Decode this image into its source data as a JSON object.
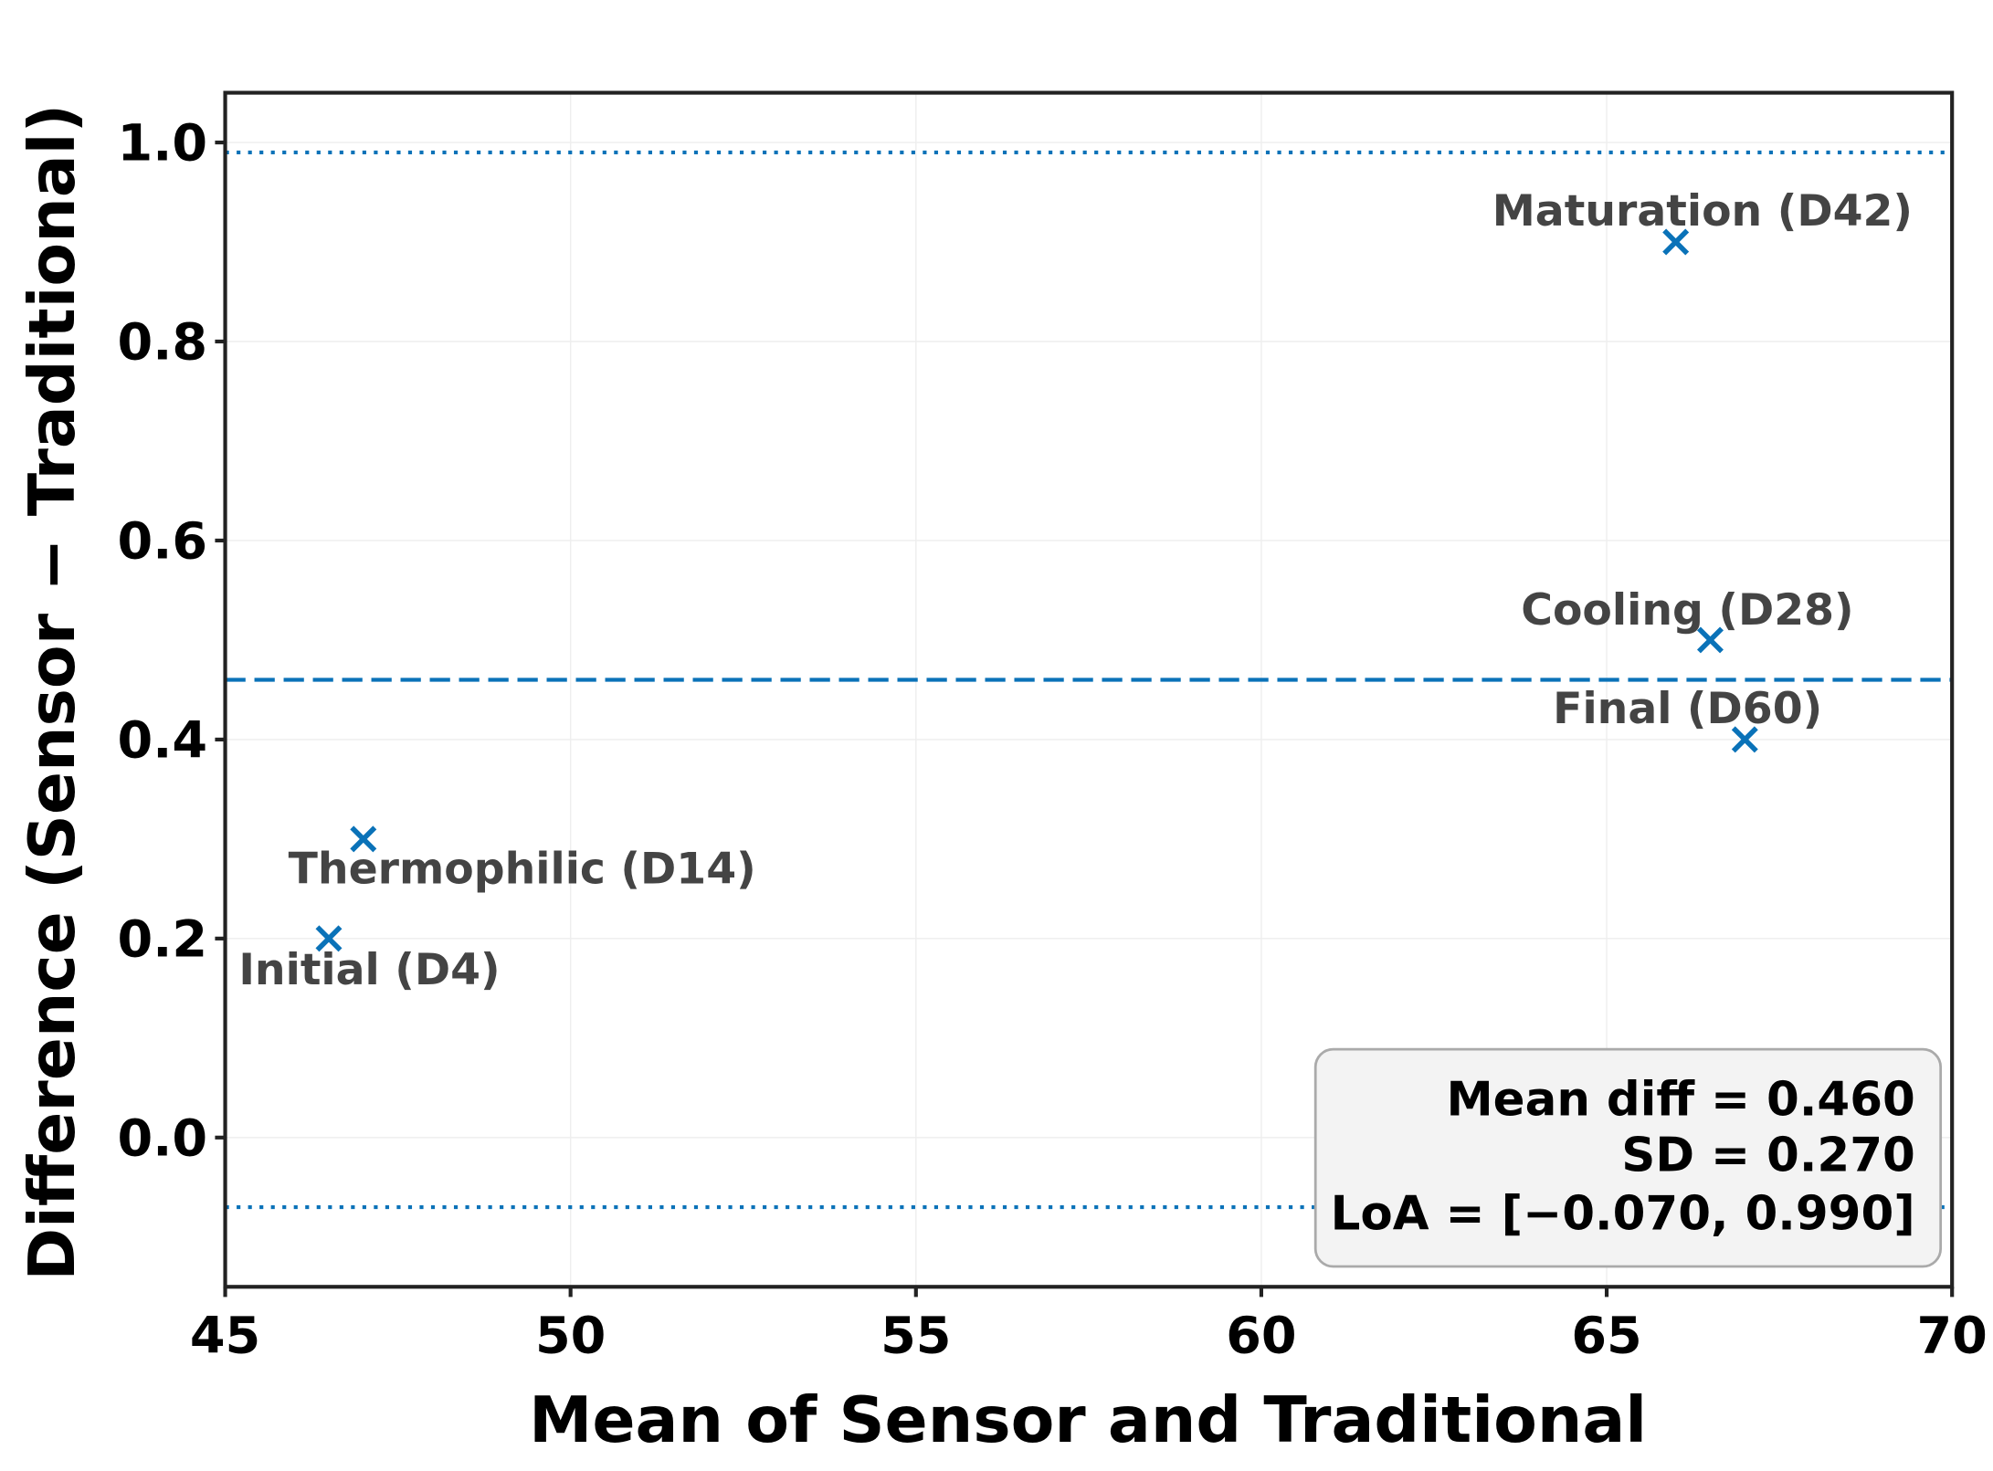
{
  "chart_data": {
    "type": "scatter",
    "title": "",
    "xlabel": "Mean of Sensor and Traditional",
    "ylabel": "Difference (Sensor − Traditional)",
    "xlim": [
      45,
      70
    ],
    "ylim": [
      -0.15,
      1.05
    ],
    "xticks": [
      45,
      50,
      55,
      60,
      65,
      70
    ],
    "yticks": [
      0.0,
      0.2,
      0.4,
      0.6,
      0.8,
      1.0
    ],
    "xtick_labels": [
      "45",
      "50",
      "55",
      "60",
      "65",
      "70"
    ],
    "ytick_labels": [
      "0.0",
      "0.2",
      "0.4",
      "0.6",
      "0.8",
      "1.0"
    ],
    "grid": true,
    "marker": "x",
    "points": [
      {
        "label": "Initial (D4)",
        "x": 46.5,
        "y": 0.2
      },
      {
        "label": "Thermophilic (D14)",
        "x": 47.0,
        "y": 0.3
      },
      {
        "label": "Cooling (D28)",
        "x": 66.5,
        "y": 0.5
      },
      {
        "label": "Maturation (D42)",
        "x": 66.0,
        "y": 0.9
      },
      {
        "label": "Final (D60)",
        "x": 67.0,
        "y": 0.4
      }
    ],
    "reference_lines": [
      {
        "kind": "mean",
        "y": 0.46,
        "style": "dashed"
      },
      {
        "kind": "upper_loa",
        "y": 0.99,
        "style": "dotted"
      },
      {
        "kind": "lower_loa",
        "y": -0.07,
        "style": "dotted"
      }
    ],
    "stats_box": {
      "placement": "bottom-right",
      "lines": [
        "Mean diff = 0.460",
        "SD = 0.270",
        "LoA = [−0.070, 0.990]"
      ]
    },
    "colors": {
      "series": "#0a72b8",
      "label_text": "#444444",
      "box_fill": "#f3f3f3",
      "box_edge": "#aaaaaa"
    }
  }
}
